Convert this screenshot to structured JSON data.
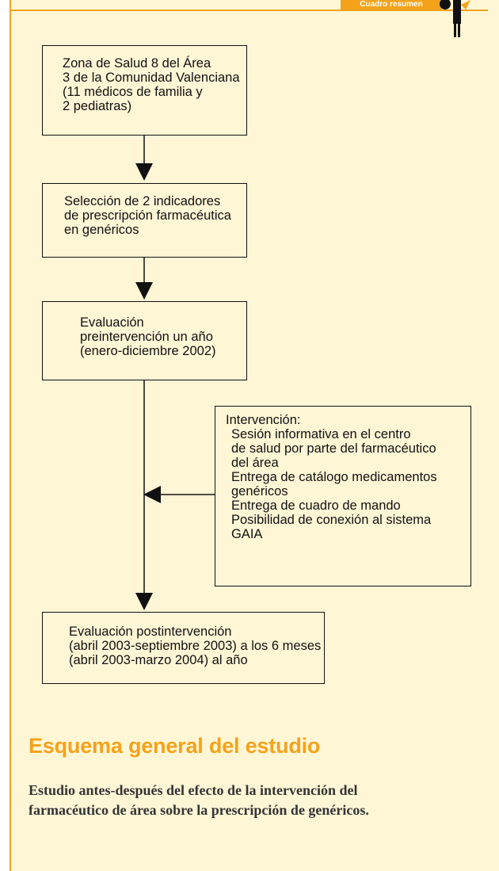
{
  "header": {
    "badge_label": "Cuadro resumen"
  },
  "flowchart": {
    "box_zona": [
      "Zona de Salud 8 del Área",
      "3 de la Comunidad Valenciana",
      "(11 médicos de familia y",
      "2 pediatras)"
    ],
    "box_seleccion": [
      "Selección de 2 indicadores",
      "de prescripción farmacéutica",
      "en genéricos"
    ],
    "box_evaluacion_pre": [
      "Evaluación",
      "preintervención un año",
      "(enero-diciembre 2002)"
    ],
    "box_intervencion": {
      "title": "Intervención:",
      "items": [
        "Sesión informativa en el centro",
        "de salud por parte del farmacéutico",
        "del área",
        "Entrega de catálogo medicamentos",
        "genéricos",
        "Entrega de cuadro de mando",
        "Posibilidad de conexión al sistema",
        "GAIA"
      ]
    },
    "box_evaluacion_post": [
      "Evaluación postintervención",
      "(abril 2003-septiembre 2003) a los 6 meses",
      "(abril 2003-marzo 2004) al año"
    ]
  },
  "caption": {
    "title": "Esquema general del estudio",
    "description": [
      "Estudio antes-después del efecto de la intervención del",
      "farmacéutico de área sobre la prescripción de genéricos."
    ]
  },
  "colors": {
    "accent": "#f5a21b",
    "panel_background": "#fff6d6",
    "line": "#111111"
  }
}
